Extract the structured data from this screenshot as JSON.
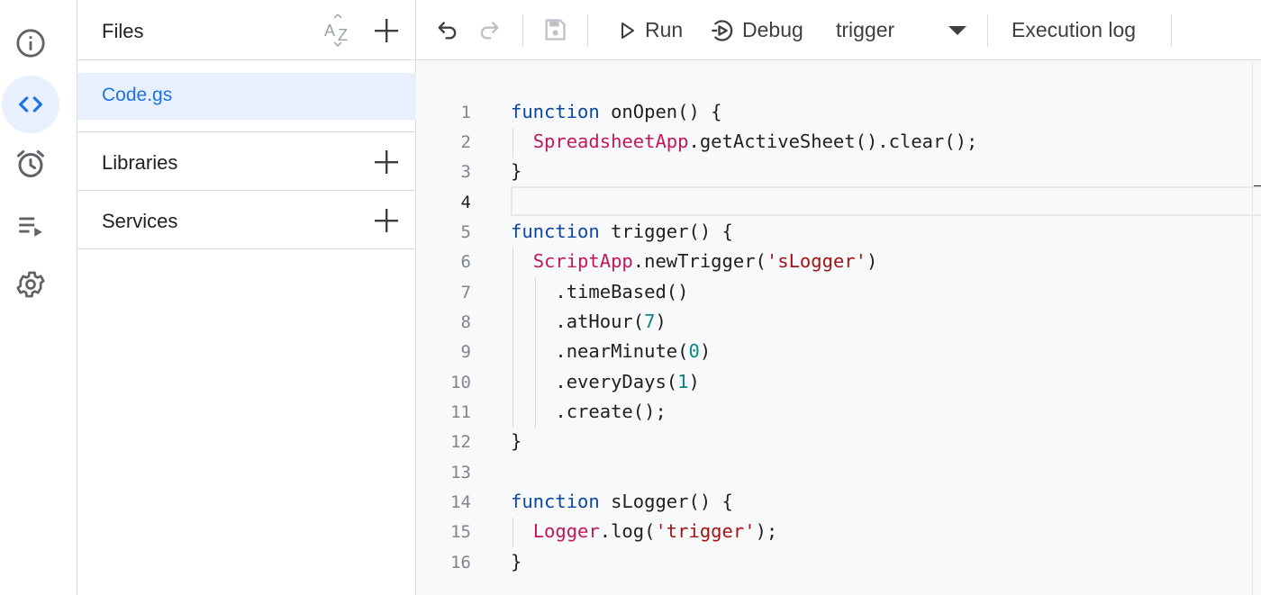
{
  "rail": {
    "items": [
      {
        "name": "info-icon",
        "active": false
      },
      {
        "name": "code-icon",
        "active": true
      },
      {
        "name": "alarm-clock-icon",
        "active": false
      },
      {
        "name": "executions-icon",
        "active": false
      },
      {
        "name": "gear-icon",
        "active": false
      }
    ]
  },
  "files_panel": {
    "files_title": "Files",
    "files": [
      "Code.gs"
    ],
    "libraries_title": "Libraries",
    "services_title": "Services"
  },
  "toolbar": {
    "run_label": "Run",
    "debug_label": "Debug",
    "function_select": "trigger",
    "execution_log_label": "Execution log"
  },
  "editor": {
    "current_line": 4,
    "lines": [
      {
        "num": "1",
        "text": "function onOpen() {"
      },
      {
        "num": "2",
        "text": "  SpreadsheetApp.getActiveSheet().clear();"
      },
      {
        "num": "3",
        "text": "}"
      },
      {
        "num": "4",
        "text": ""
      },
      {
        "num": "5",
        "text": "function trigger() {"
      },
      {
        "num": "6",
        "text": "  ScriptApp.newTrigger('sLogger')"
      },
      {
        "num": "7",
        "text": "    .timeBased()"
      },
      {
        "num": "8",
        "text": "    .atHour(7)"
      },
      {
        "num": "9",
        "text": "    .nearMinute(0)"
      },
      {
        "num": "10",
        "text": "    .everyDays(1)"
      },
      {
        "num": "11",
        "text": "    .create();"
      },
      {
        "num": "12",
        "text": "}"
      },
      {
        "num": "13",
        "text": ""
      },
      {
        "num": "14",
        "text": "function sLogger() {"
      },
      {
        "num": "15",
        "text": "  Logger.log('trigger');"
      },
      {
        "num": "16",
        "text": "}"
      }
    ]
  },
  "colors": {
    "accent": "#1a73e8",
    "keyword": "#0d47a1",
    "class_name": "#c2185b",
    "string": "#a31515",
    "number": "#0b8585"
  }
}
